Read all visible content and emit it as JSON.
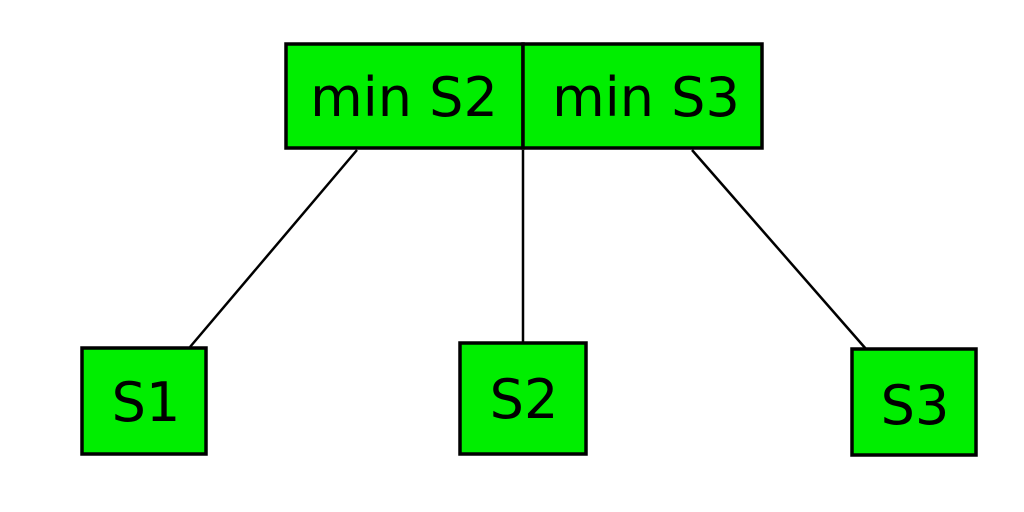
{
  "root": {
    "keys": [
      {
        "label": "min S2"
      },
      {
        "label": "min S3"
      }
    ]
  },
  "children": [
    {
      "label": "S1"
    },
    {
      "label": "S2"
    },
    {
      "label": "S3"
    }
  ],
  "colors": {
    "node_fill": "#00ee00",
    "node_stroke": "#000000",
    "edge": "#000000",
    "background": "#ffffff"
  }
}
